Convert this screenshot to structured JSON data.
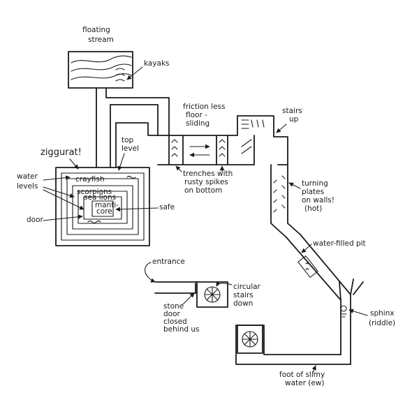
{
  "labels": {
    "floating_stream": [
      "floating",
      "stream"
    ],
    "kayaks": "kayaks",
    "frictionless": [
      "friction less",
      "floor -",
      "sliding"
    ],
    "stairs_up": [
      "stairs",
      "up"
    ],
    "ziggurat": "ziggurat!",
    "top_level": [
      "top",
      "level"
    ],
    "water_levels": [
      "water",
      "levels"
    ],
    "crayfish": "crayfish",
    "scorpions": "scorpions",
    "sea_lions": "sea lions",
    "manticore": [
      "manti-",
      "core"
    ],
    "door": "door",
    "safe": "safe",
    "trenches": [
      "trenches with",
      "rusty spikes",
      "on bottom"
    ],
    "turning_plates": [
      "turning",
      "plates",
      "on walls!",
      "(hot)"
    ],
    "water_filled_pit": "water-filled pit",
    "entrance": "entrance",
    "stone_door": [
      "stone",
      "door",
      "closed",
      "behind us"
    ],
    "circular_stairs": [
      "circular",
      "stairs",
      "down"
    ],
    "sphinx": [
      "sphinx",
      "(riddle)"
    ],
    "slimy_water": [
      "foot of slimy",
      "water (ew)"
    ]
  }
}
